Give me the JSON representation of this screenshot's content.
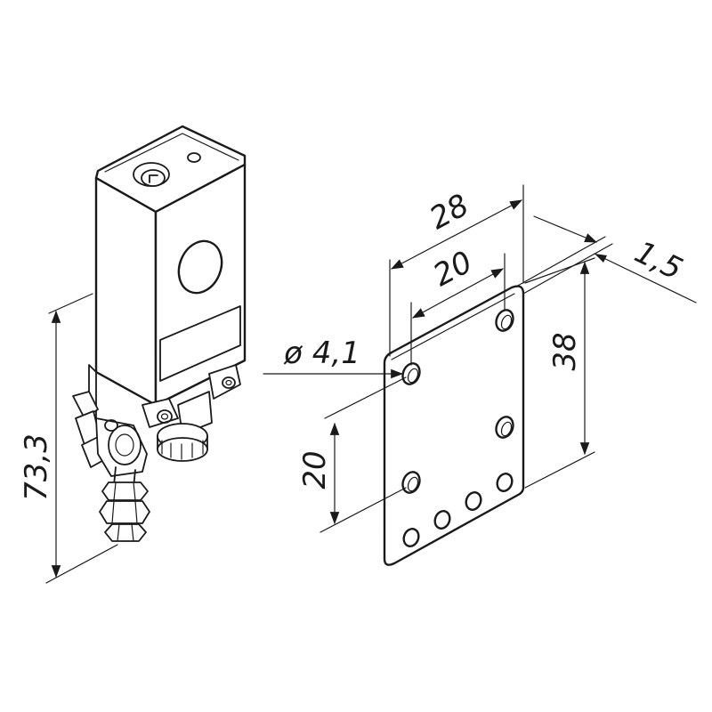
{
  "dimensions": {
    "plate_width": "28",
    "hole_spacing_horizontal": "20",
    "plate_thickness": "1,5",
    "plate_height": "38",
    "hole_diameter": "ø 4,1",
    "hole_spacing_vertical": "20",
    "sensor_height": "73,3"
  },
  "colors": {
    "line": "#1a1a1a",
    "background": "#ffffff"
  }
}
